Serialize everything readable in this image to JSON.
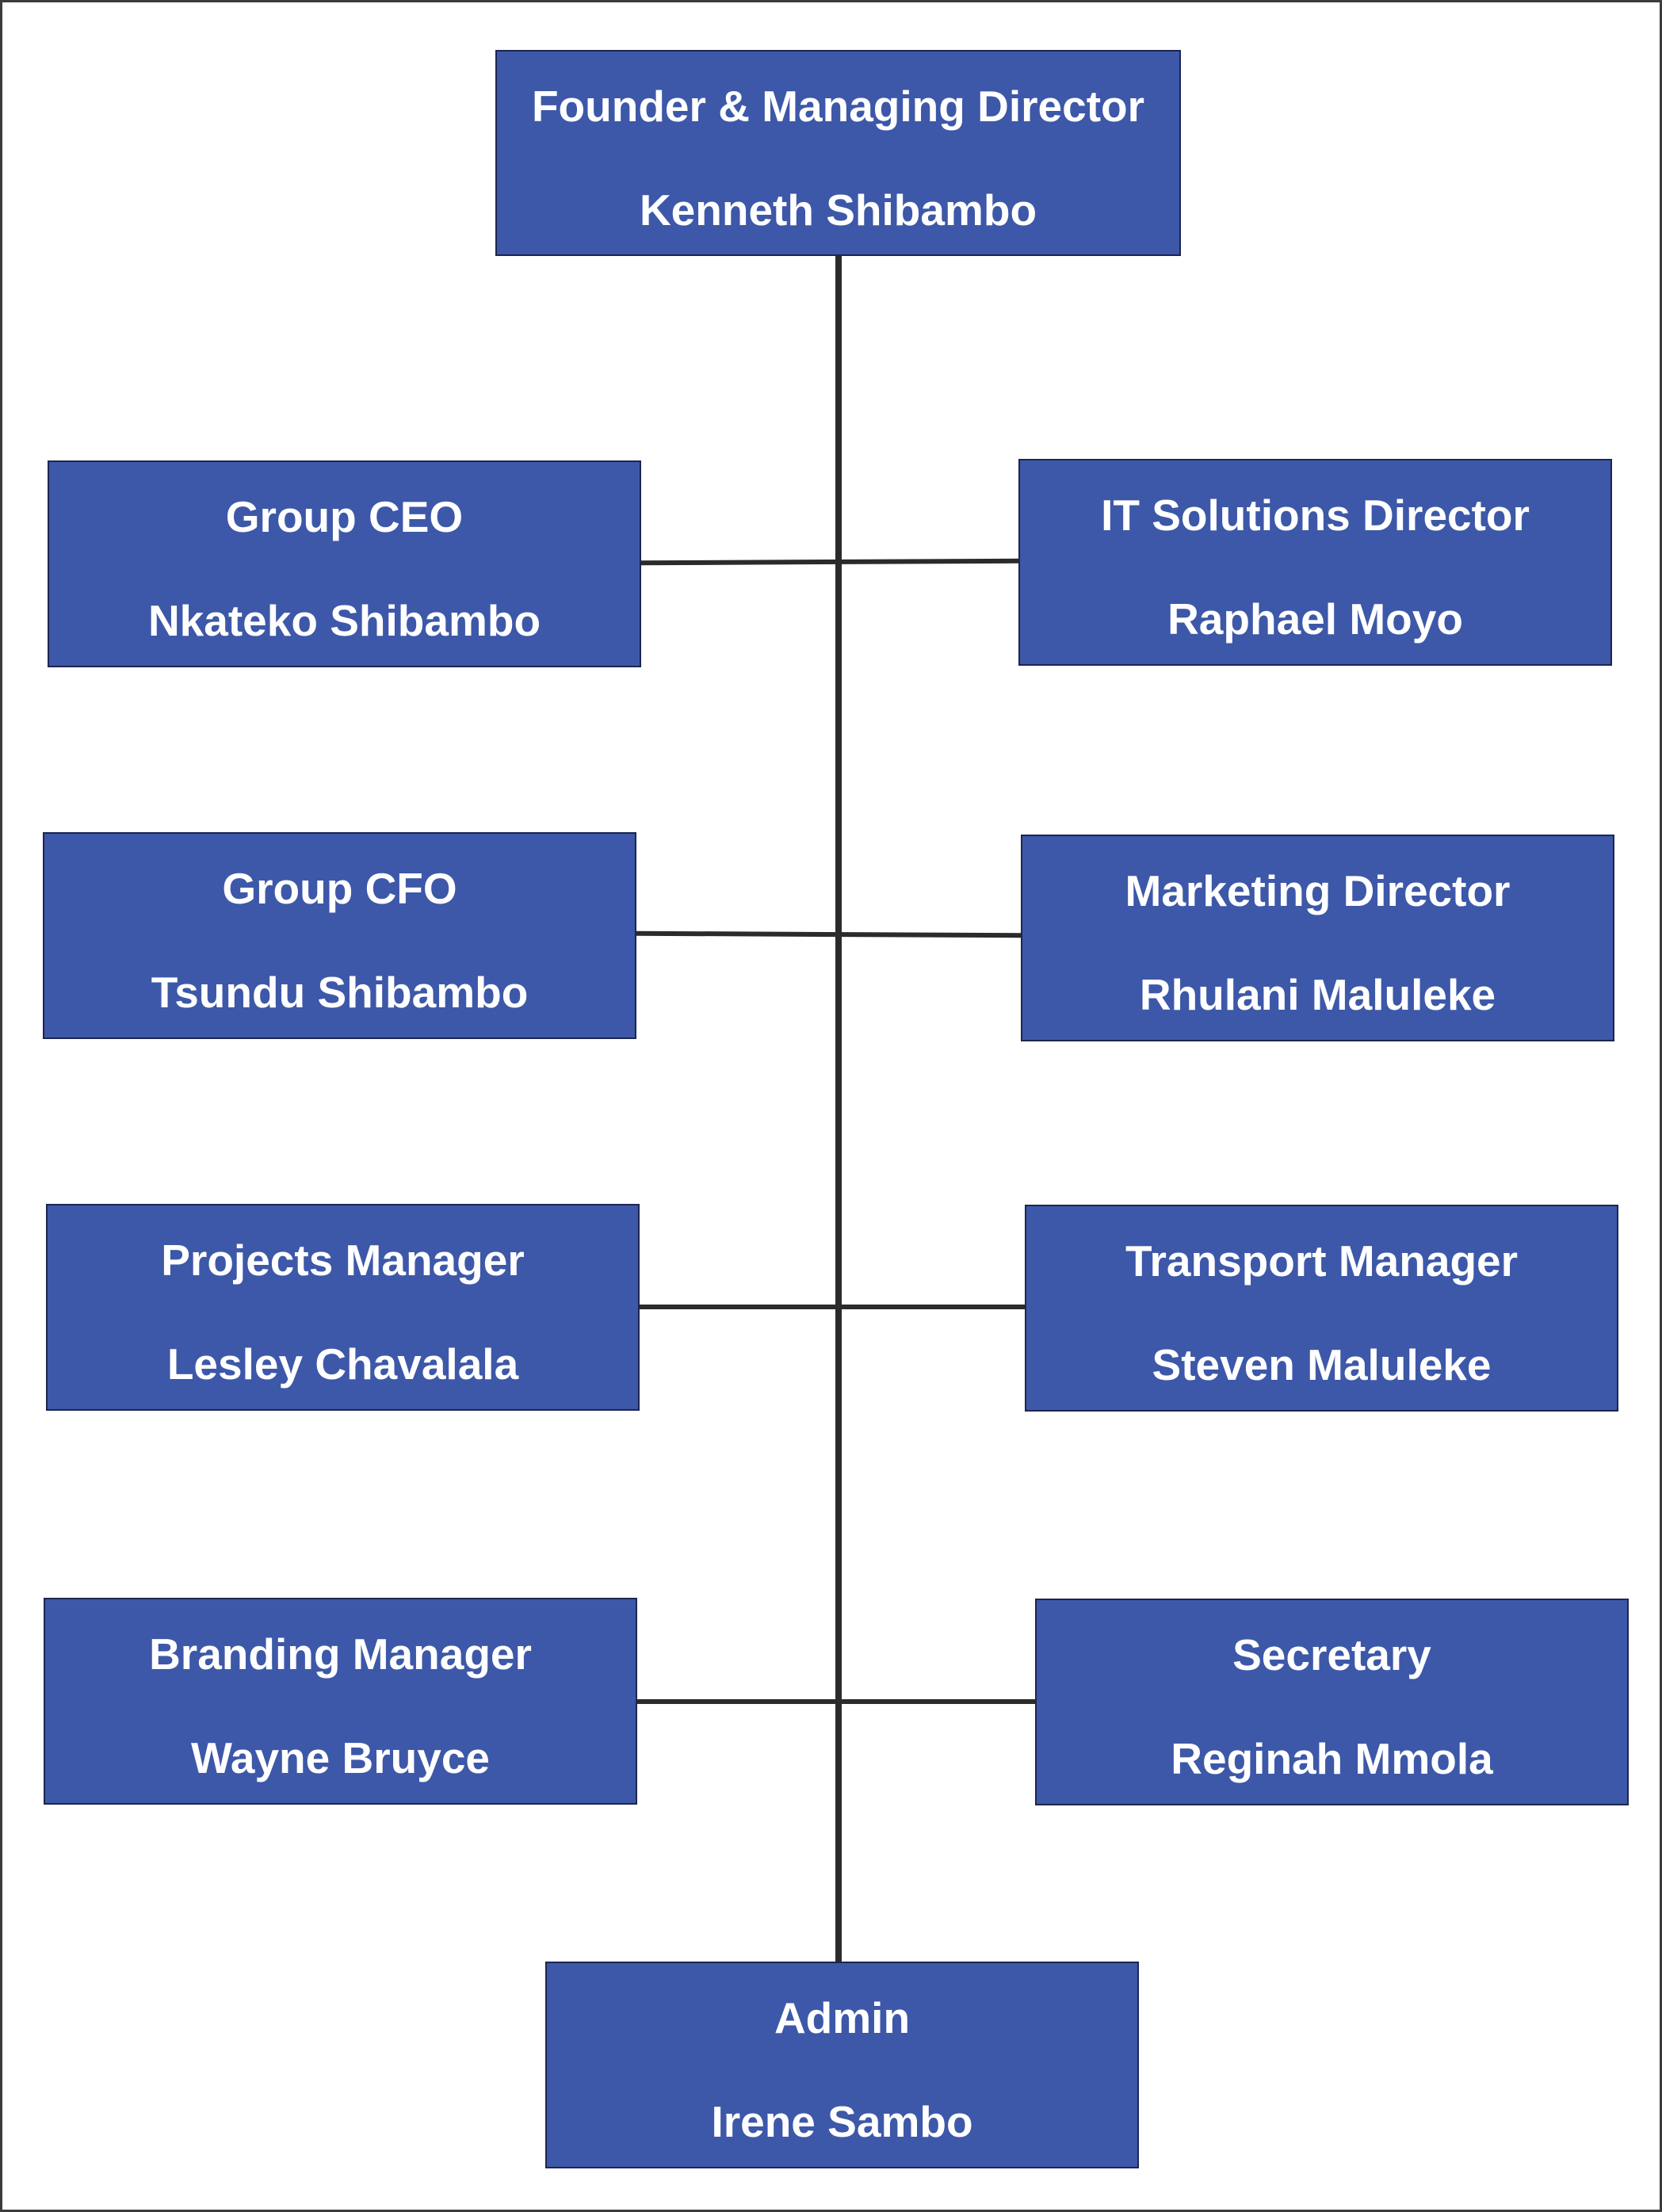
{
  "org_chart": {
    "colors": {
      "box_fill": "#3d58a8",
      "box_text": "#ffffff",
      "connector": "#2b2b2b"
    },
    "top": {
      "role": "Founder & Managing Director",
      "name": "Kenneth Shibambo"
    },
    "left": [
      {
        "role": "Group CEO",
        "name": "Nkateko Shibambo"
      },
      {
        "role": "Group CFO",
        "name": "Tsundu Shibambo"
      },
      {
        "role": "Projects Manager",
        "name": "Lesley Chavalala"
      },
      {
        "role": "Branding Manager",
        "name": "Wayne Bruyce"
      }
    ],
    "right": [
      {
        "role": "IT Solutions Director",
        "name": "Raphael Moyo"
      },
      {
        "role": "Marketing Director",
        "name": "Rhulani Maluleke"
      },
      {
        "role": "Transport Manager",
        "name": "Steven Maluleke"
      },
      {
        "role": "Secretary",
        "name": "Reginah Mmola"
      }
    ],
    "bottom": {
      "role": "Admin",
      "name": "Irene Sambo"
    }
  }
}
